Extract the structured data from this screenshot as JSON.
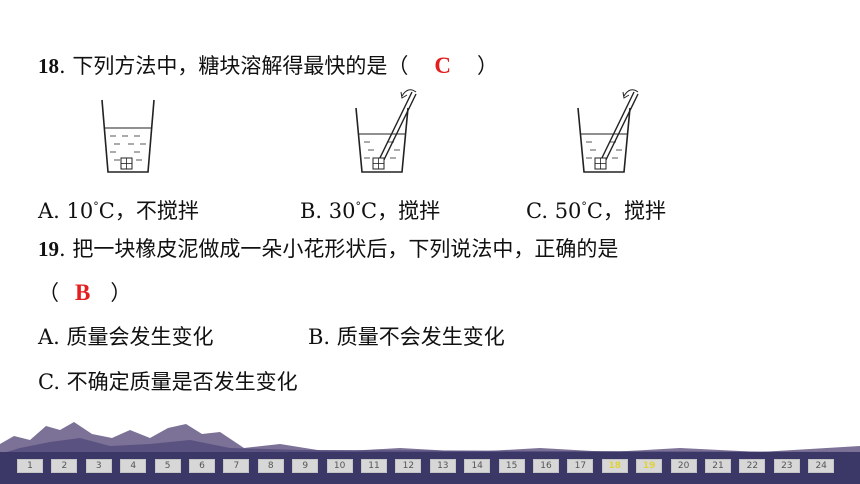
{
  "q18": {
    "number": "18",
    "stem": ". 下列方法中，糖块溶解得最快的是（",
    "answer": "C",
    "close": "）",
    "options": [
      {
        "letter": "A.",
        "temp": "10",
        "unit": "C，不搅拌"
      },
      {
        "letter": "B.",
        "temp": "30",
        "unit": "C，搅拌"
      },
      {
        "letter": "C.",
        "temp": "50",
        "unit": "C，搅拌"
      }
    ],
    "degree": "°"
  },
  "q19": {
    "number": "19",
    "stem": ". 把一块橡皮泥做成一朵小花形状后，下列说法中，正确的是",
    "open": "（",
    "answer": "B",
    "close": "）",
    "option_a": "A. 质量会发生变化",
    "option_b": "B. 质量不会发生变化",
    "option_c": "C. 不确定质量是否发生变化"
  },
  "nav": {
    "pages": [
      "1",
      "2",
      "3",
      "4",
      "5",
      "6",
      "7",
      "8",
      "9",
      "10",
      "11",
      "12",
      "13",
      "14",
      "15",
      "16",
      "17",
      "18",
      "19",
      "20",
      "21",
      "22",
      "23",
      "24"
    ],
    "active": [
      "18",
      "19"
    ],
    "colors": {
      "bar": "#3b3766",
      "mountain": "#7c7196",
      "button": "#d7d7d7",
      "active_text": "#e0d23a"
    }
  }
}
